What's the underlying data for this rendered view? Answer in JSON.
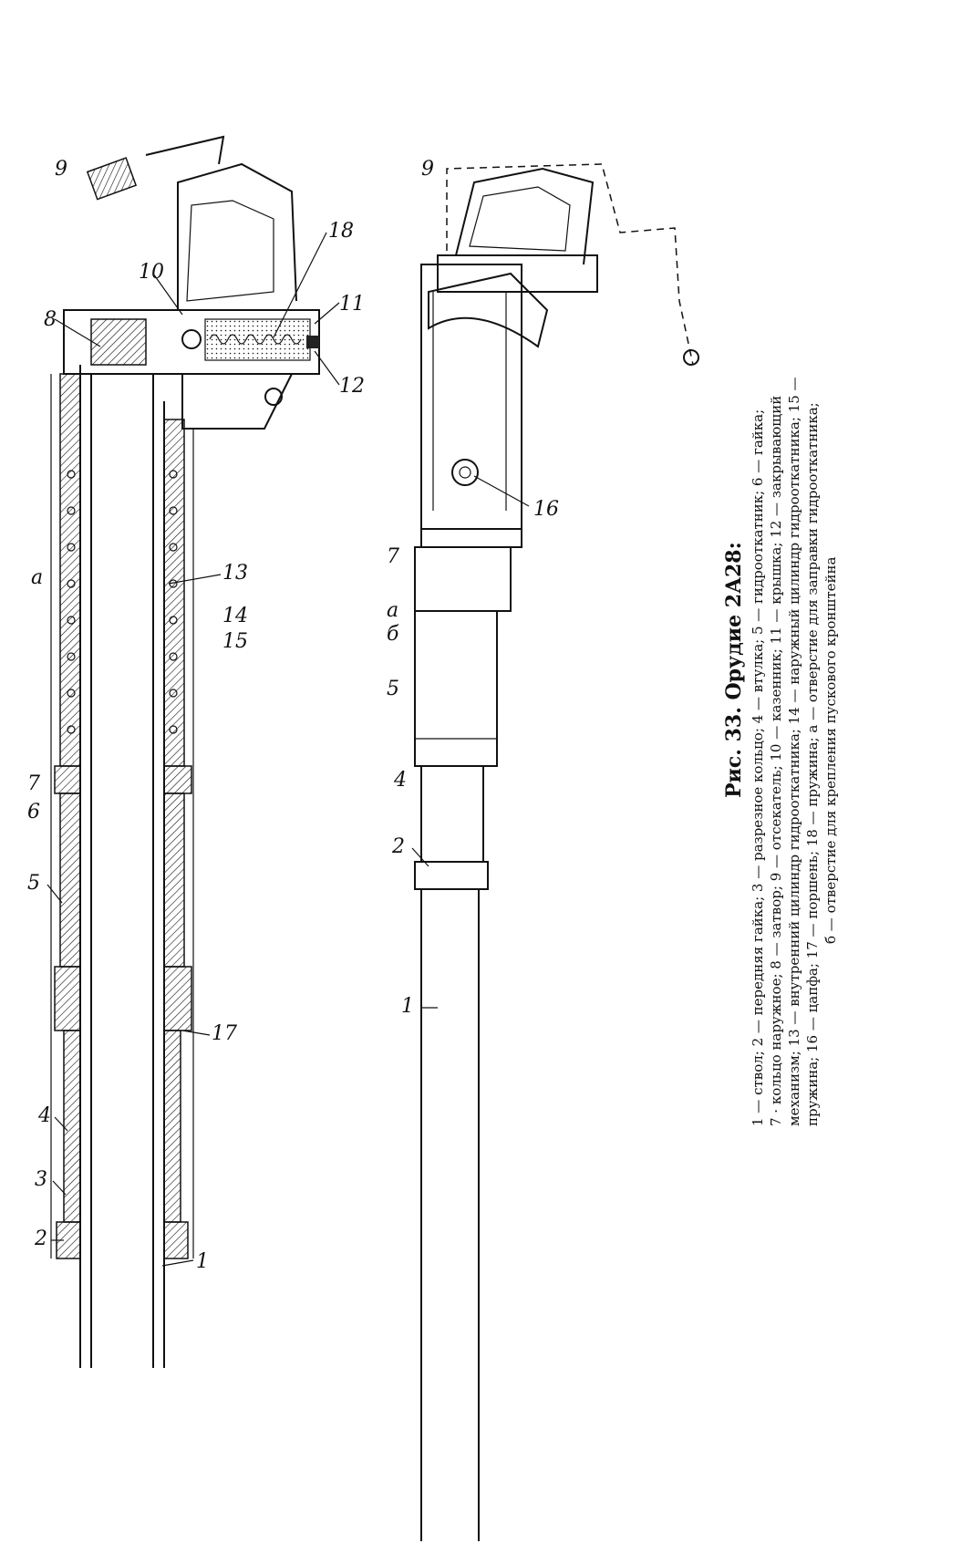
{
  "figure": {
    "title": "Рис. 33. Орудие 2А28:",
    "caption_lines": [
      "1 — ствол; 2 — передняя гайка; 3 — разрезное кольцо; 4 — втулка; 5 — гидрооткатник; 6 — гайка;",
      "7 · кольцо наружное; 8 — затвор; 9 — отсекатель; 10 — казенник; 11 — крышка; 12 — закрывающий",
      "механизм; 13 — внутренний цилиндр гидрооткатника; 14 — наружный цилиндр гидрооткатника; 15 —",
      "пружина; 16 — цапфа; 17 — поршень; 18 — пружина; а — отверстие для заправки гидрооткатника;",
      "б — отверстие для крепления пускового кронштейна"
    ]
  },
  "callouts_section": [
    "1",
    "2",
    "3",
    "4",
    "5",
    "6",
    "7",
    "8",
    "9",
    "10",
    "11",
    "12",
    "13",
    "14",
    "15",
    "17",
    "18",
    "а"
  ],
  "callouts_exterior": [
    "1",
    "2",
    "4",
    "5",
    "7",
    "б",
    "а",
    "16",
    "9"
  ]
}
